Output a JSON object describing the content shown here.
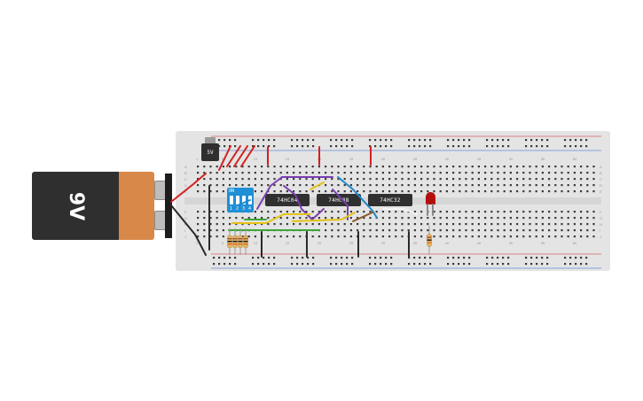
{
  "battery": {
    "label": "9V",
    "colors": {
      "body": "#2f2f2f",
      "cap": "#d8894a"
    }
  },
  "regulator": {
    "label": "5V"
  },
  "dip_switch": {
    "header": "ON",
    "numbers": [
      "1",
      "2",
      "3",
      "4"
    ]
  },
  "chips": [
    {
      "label": "74HC04"
    },
    {
      "label": "74HC08"
    },
    {
      "label": "74HC32"
    }
  ],
  "breadboard": {
    "column_numbers": [
      "1",
      "5",
      "10",
      "15",
      "20",
      "25",
      "30",
      "35",
      "40",
      "45",
      "50",
      "55",
      "60"
    ],
    "row_letters_top": [
      "A",
      "B",
      "C",
      "D",
      "E"
    ],
    "row_letters_bottom": [
      "F",
      "G",
      "H",
      "I",
      "J"
    ]
  },
  "wire_colors": {
    "red": "#d32020",
    "black": "#2a2a2a",
    "purple": "#7a3db0",
    "yellow": "#e5c21a",
    "green": "#3aa63a",
    "blue": "#1e88c9",
    "brown": "#8a5a2b",
    "white": "#f4f4f4"
  }
}
